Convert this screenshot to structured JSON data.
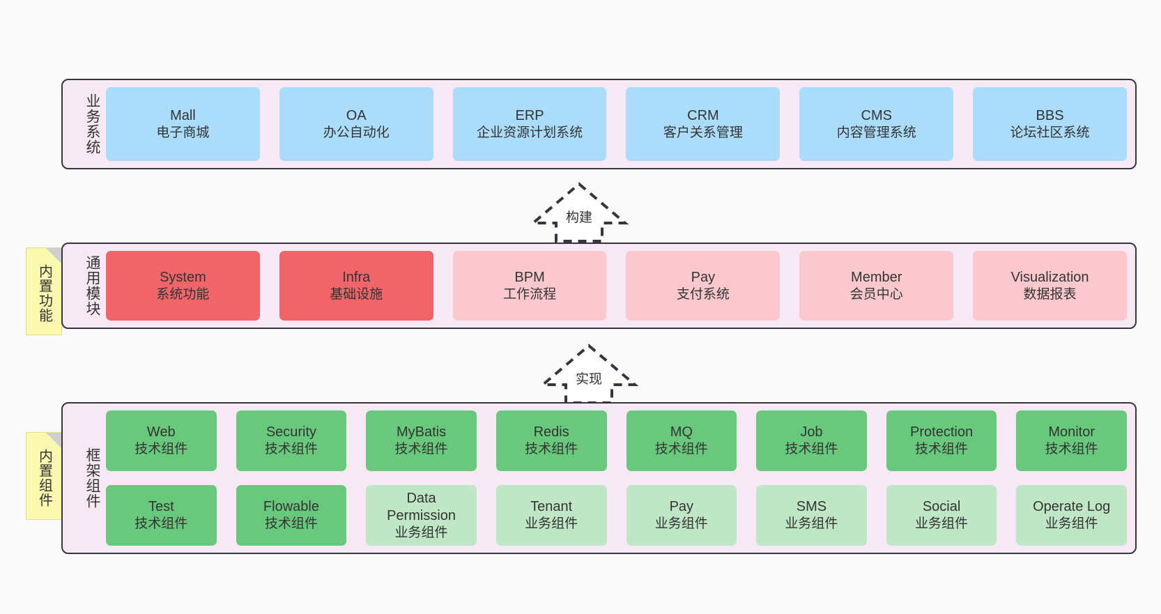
{
  "diagram": {
    "title": "Layered Architecture Diagram",
    "background": "#fafafa",
    "layer_fill": "#f7e9f3",
    "layer_border": "#36343c",
    "note_fill": "#fbf8b0"
  },
  "layers": [
    {
      "id": "business-system",
      "title": "业务系统",
      "rows": [
        [
          {
            "en": "Mall",
            "cn": "电子商城",
            "color": "#abdcfb",
            "variant": "c-blue"
          },
          {
            "en": "OA",
            "cn": "办公自动化",
            "color": "#abdcfb",
            "variant": "c-blue"
          },
          {
            "en": "ERP",
            "cn": "企业资源计划系统",
            "color": "#abdcfb",
            "variant": "c-blue"
          },
          {
            "en": "CRM",
            "cn": "客户关系管理",
            "color": "#abdcfb",
            "variant": "c-blue"
          },
          {
            "en": "CMS",
            "cn": "内容管理系统",
            "color": "#abdcfb",
            "variant": "c-blue"
          },
          {
            "en": "BBS",
            "cn": "论坛社区系统",
            "color": "#abdcfb",
            "variant": "c-blue"
          }
        ]
      ]
    },
    {
      "id": "common-module",
      "title": "通用模块",
      "note": "内置功能",
      "rows": [
        [
          {
            "en": "System",
            "cn": "系统功能",
            "color": "#f0656a",
            "variant": "c-red"
          },
          {
            "en": "Infra",
            "cn": "基础设施",
            "color": "#f0656a",
            "variant": "c-red"
          },
          {
            "en": "BPM",
            "cn": "工作流程",
            "color": "#fbc8cd",
            "variant": "c-pink"
          },
          {
            "en": "Pay",
            "cn": "支付系统",
            "color": "#fbc8cd",
            "variant": "c-pink"
          },
          {
            "en": "Member",
            "cn": "会员中心",
            "color": "#fbc8cd",
            "variant": "c-pink"
          },
          {
            "en": "Visualization",
            "cn": "数据报表",
            "color": "#fbc8cd",
            "variant": "c-pink"
          }
        ]
      ]
    },
    {
      "id": "framework-component",
      "title": "框架组件",
      "note": "内置组件",
      "rows": [
        [
          {
            "en": "Web",
            "cn": "技术组件",
            "color": "#68c97d",
            "variant": "c-green"
          },
          {
            "en": "Security",
            "cn": "技术组件",
            "color": "#68c97d",
            "variant": "c-green"
          },
          {
            "en": "MyBatis",
            "cn": "技术组件",
            "color": "#68c97d",
            "variant": "c-green"
          },
          {
            "en": "Redis",
            "cn": "技术组件",
            "color": "#68c97d",
            "variant": "c-green"
          },
          {
            "en": "MQ",
            "cn": "技术组件",
            "color": "#68c97d",
            "variant": "c-green"
          },
          {
            "en": "Job",
            "cn": "技术组件",
            "color": "#68c97d",
            "variant": "c-green"
          },
          {
            "en": "Protection",
            "cn": "技术组件",
            "color": "#68c97d",
            "variant": "c-green"
          },
          {
            "en": "Monitor",
            "cn": "技术组件",
            "color": "#68c97d",
            "variant": "c-green"
          }
        ],
        [
          {
            "en": "Test",
            "cn": "技术组件",
            "color": "#68c97d",
            "variant": "c-green"
          },
          {
            "en": "Flowable",
            "cn": "技术组件",
            "color": "#68c97d",
            "variant": "c-green"
          },
          {
            "en": "Data Permission",
            "cn": "业务组件",
            "color": "#bfe6c5",
            "variant": "c-green-light",
            "wrap": true
          },
          {
            "en": "Tenant",
            "cn": "业务组件",
            "color": "#bfe6c5",
            "variant": "c-green-light"
          },
          {
            "en": "Pay",
            "cn": "业务组件",
            "color": "#bfe6c5",
            "variant": "c-green-light"
          },
          {
            "en": "SMS",
            "cn": "业务组件",
            "color": "#bfe6c5",
            "variant": "c-green-light"
          },
          {
            "en": "Social",
            "cn": "业务组件",
            "color": "#bfe6c5",
            "variant": "c-green-light"
          },
          {
            "en": "Operate Log",
            "cn": "业务组件",
            "color": "#bfe6c5",
            "variant": "c-green-light"
          }
        ]
      ]
    }
  ],
  "arrows": [
    {
      "id": "build",
      "label": "构建"
    },
    {
      "id": "implement",
      "label": "实现"
    }
  ]
}
